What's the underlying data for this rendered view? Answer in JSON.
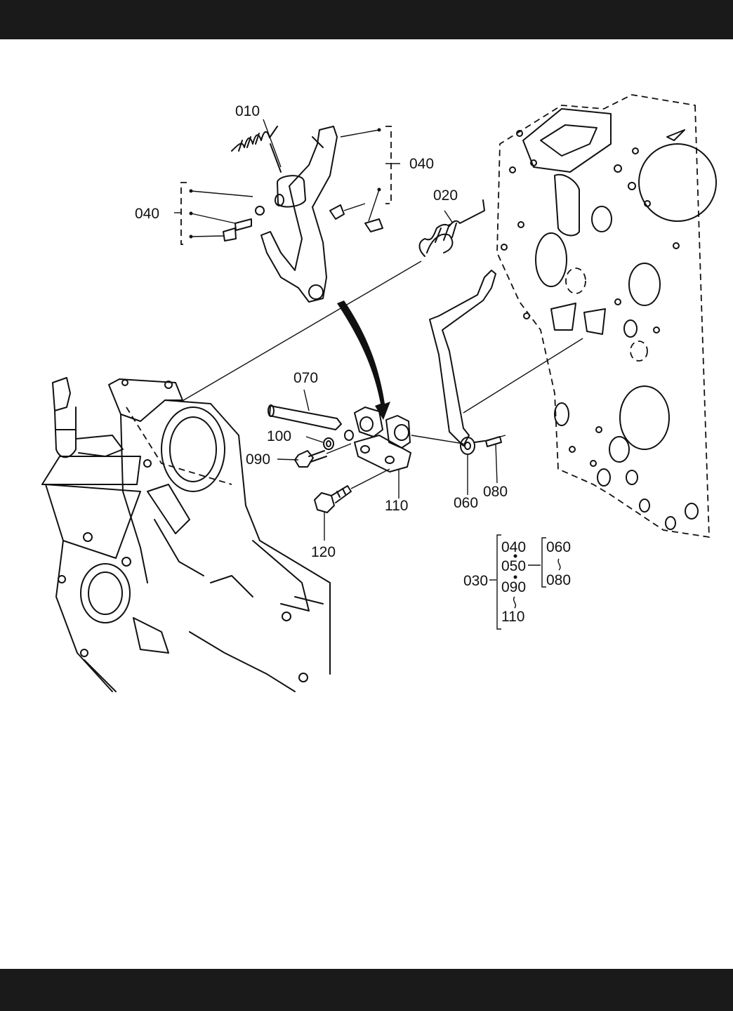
{
  "callouts": {
    "p010": "010",
    "p020": "020",
    "p040_right": "040",
    "p040_left": "040",
    "p070": "070",
    "p100": "100",
    "p090": "090",
    "p110": "110",
    "p060": "060",
    "p080": "080",
    "p120": "120"
  },
  "assembly": {
    "parent": "030",
    "group_a": [
      "040",
      "050",
      "090",
      "110"
    ],
    "group_b": [
      "060",
      "080"
    ]
  }
}
